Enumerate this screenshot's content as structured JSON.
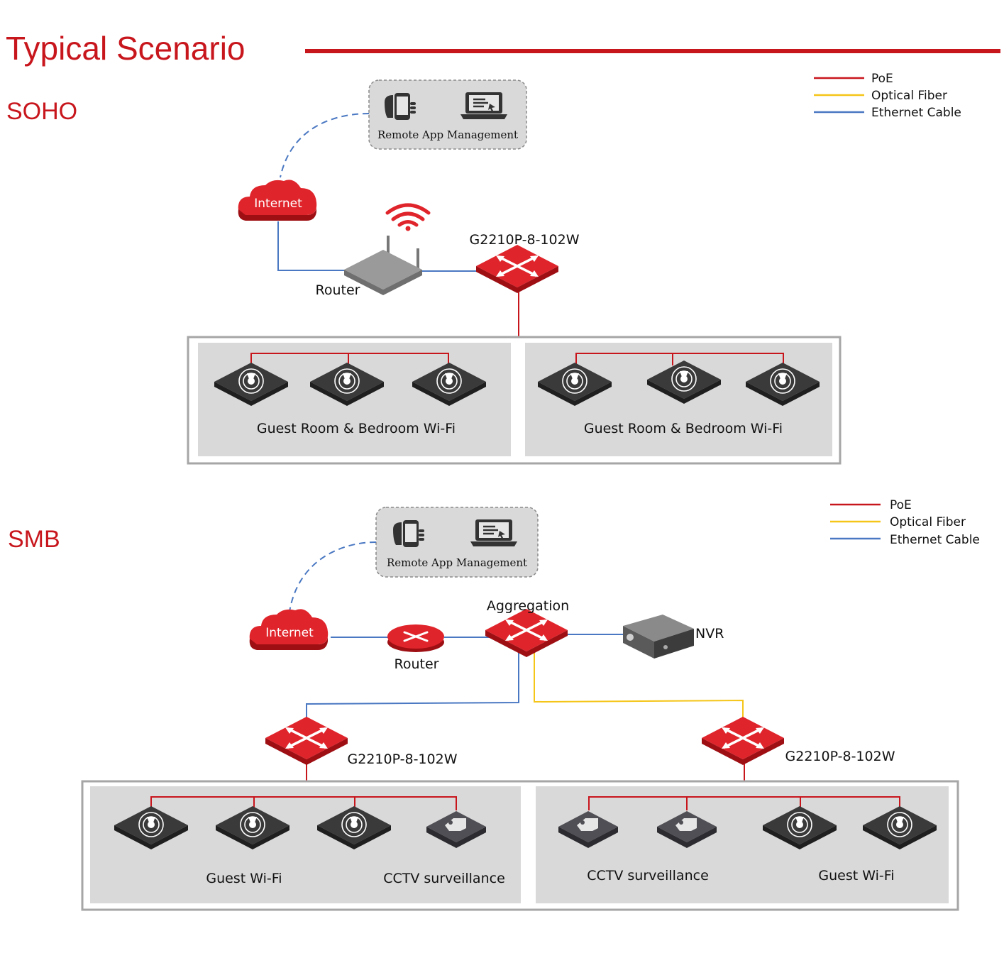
{
  "title": "Typical Scenario",
  "colors": {
    "brand": "#c8161d",
    "poe": "#c8161d",
    "fiber": "#f5c518",
    "ethernet": "#4a78c2",
    "zone_bg": "#d9d9d9",
    "zone_border": "#a6a6a6"
  },
  "legend": {
    "poe": "PoE",
    "fiber": "Optical Fiber",
    "ethernet": "Ethernet Cable"
  },
  "soho": {
    "heading": "SOHO",
    "remote_label": "Remote App Management",
    "internet_label": "Internet",
    "router_label": "Router",
    "switch_label": "G2210P-8-102W",
    "zones": [
      {
        "label": "Guest Room & Bedroom Wi-Fi",
        "devices": [
          "access-point",
          "access-point",
          "access-point"
        ]
      },
      {
        "label": "Guest Room & Bedroom Wi-Fi",
        "devices": [
          "access-point",
          "access-point",
          "access-point"
        ]
      }
    ]
  },
  "smb": {
    "heading": "SMB",
    "remote_label": "Remote App Management",
    "internet_label": "Internet",
    "router_label": "Router",
    "aggregation_label": "Aggregation",
    "nvr_label": "NVR",
    "switch_left_label": "G2210P-8-102W",
    "switch_right_label": "G2210P-8-102W",
    "left_zone": {
      "label_wifi": "Guest Wi-Fi",
      "label_cctv": "CCTV surveillance",
      "devices": [
        "access-point",
        "access-point",
        "access-point",
        "camera"
      ]
    },
    "right_zone": {
      "label_cctv": "CCTV surveillance",
      "label_wifi": "Guest Wi-Fi",
      "devices": [
        "camera",
        "camera",
        "access-point",
        "access-point"
      ]
    }
  }
}
